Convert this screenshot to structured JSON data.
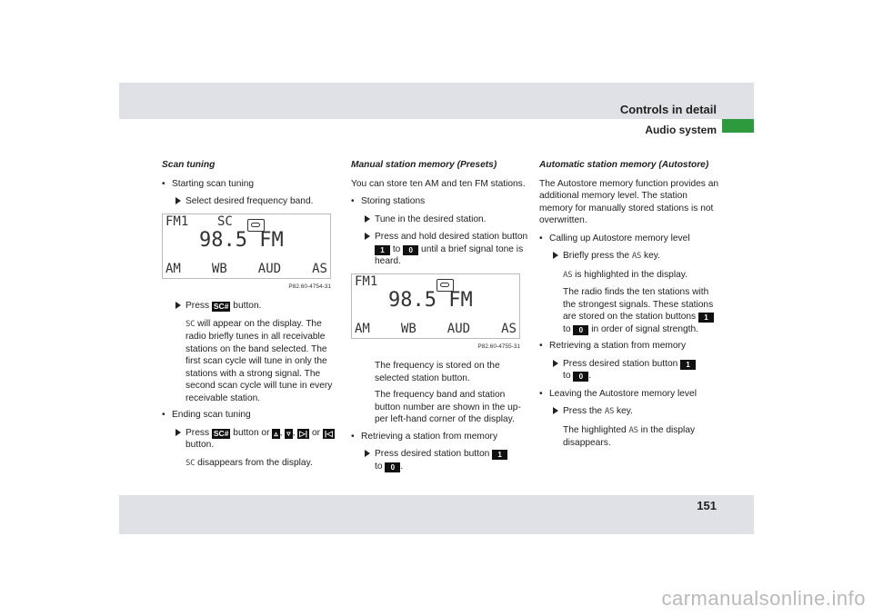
{
  "header": {
    "title": "Controls in detail",
    "section": "Audio system"
  },
  "page_number": "151",
  "watermark": "carmanualsonline.info",
  "keys": {
    "one": "1",
    "zero": "0",
    "sc": "SC#",
    "up": "▵",
    "down": "▿",
    "next": "▷|",
    "prev": "|◁",
    "as": "AS",
    "sc_text": "SC"
  },
  "col1": {
    "heading": "Scan tuning",
    "bullet1": "Starting scan tuning",
    "step1": "Select desired frequency band.",
    "lcd": {
      "band": "FM1",
      "sc": "SC",
      "freq": "98.5 FM",
      "row3": [
        "AM",
        "WB",
        "AUD",
        "AS"
      ]
    },
    "fig": "P82.60-4754-31",
    "step2_pre": "Press",
    "step2_post": "button.",
    "info1": "will appear on the display. The radio briefly tunes in all receivable stations on the band selected. The first scan cycle will tune in only the stations with a strong signal. The second scan cycle will tune in every receivable station.",
    "bullet2": "Ending scan tuning",
    "step3_pre": "Press",
    "step3_mid": "button or",
    "step3_or": "or",
    "step3_post": "button.",
    "info2": "disappears from the display."
  },
  "col2": {
    "heading": "Manual station memory (Presets)",
    "intro": "You can store ten AM and ten FM stations.",
    "bullet1": "Storing stations",
    "step1": "Tune in the desired station.",
    "step2_pre": "Press and hold desired station button",
    "step2_to": "to",
    "step2_post": "until a brief signal tone is heard.",
    "lcd": {
      "band": "FM1",
      "freq": "98.5 FM",
      "row3": [
        "AM",
        "WB",
        "AUD",
        "AS"
      ]
    },
    "fig": "P82.60-4755-31",
    "info1": "The frequency is stored on the selected station button.",
    "info2": "The frequency band and station button number are shown in the up-per left-hand corner of the display.",
    "bullet2": "Retrieving a station from memory",
    "step3_pre": "Press desired station button",
    "step3_to": "to",
    "step3_post": "."
  },
  "col3": {
    "heading": "Automatic station memory (Autostore)",
    "intro": "The Autostore memory function provides an additional memory level. The station memory for manually stored stations is not overwritten.",
    "bullet1": "Calling up Autostore memory level",
    "step1_pre": "Briefly press the",
    "step1_post": "key.",
    "info1": "is highlighted in the display.",
    "info2_pre": "The radio finds the ten stations with the strongest signals. These stations are stored on the station buttons",
    "info2_to": "to",
    "info2_post": "in order of signal strength.",
    "bullet2": "Retrieving a station from memory",
    "step2_pre": "Press desired station button",
    "step2_to": "to",
    "step2_post": ".",
    "bullet3": "Leaving the Autostore memory level",
    "step3_pre": "Press the",
    "step3_post": "key.",
    "info3_pre": "The highlighted",
    "info3_post": "in the display disappears."
  }
}
